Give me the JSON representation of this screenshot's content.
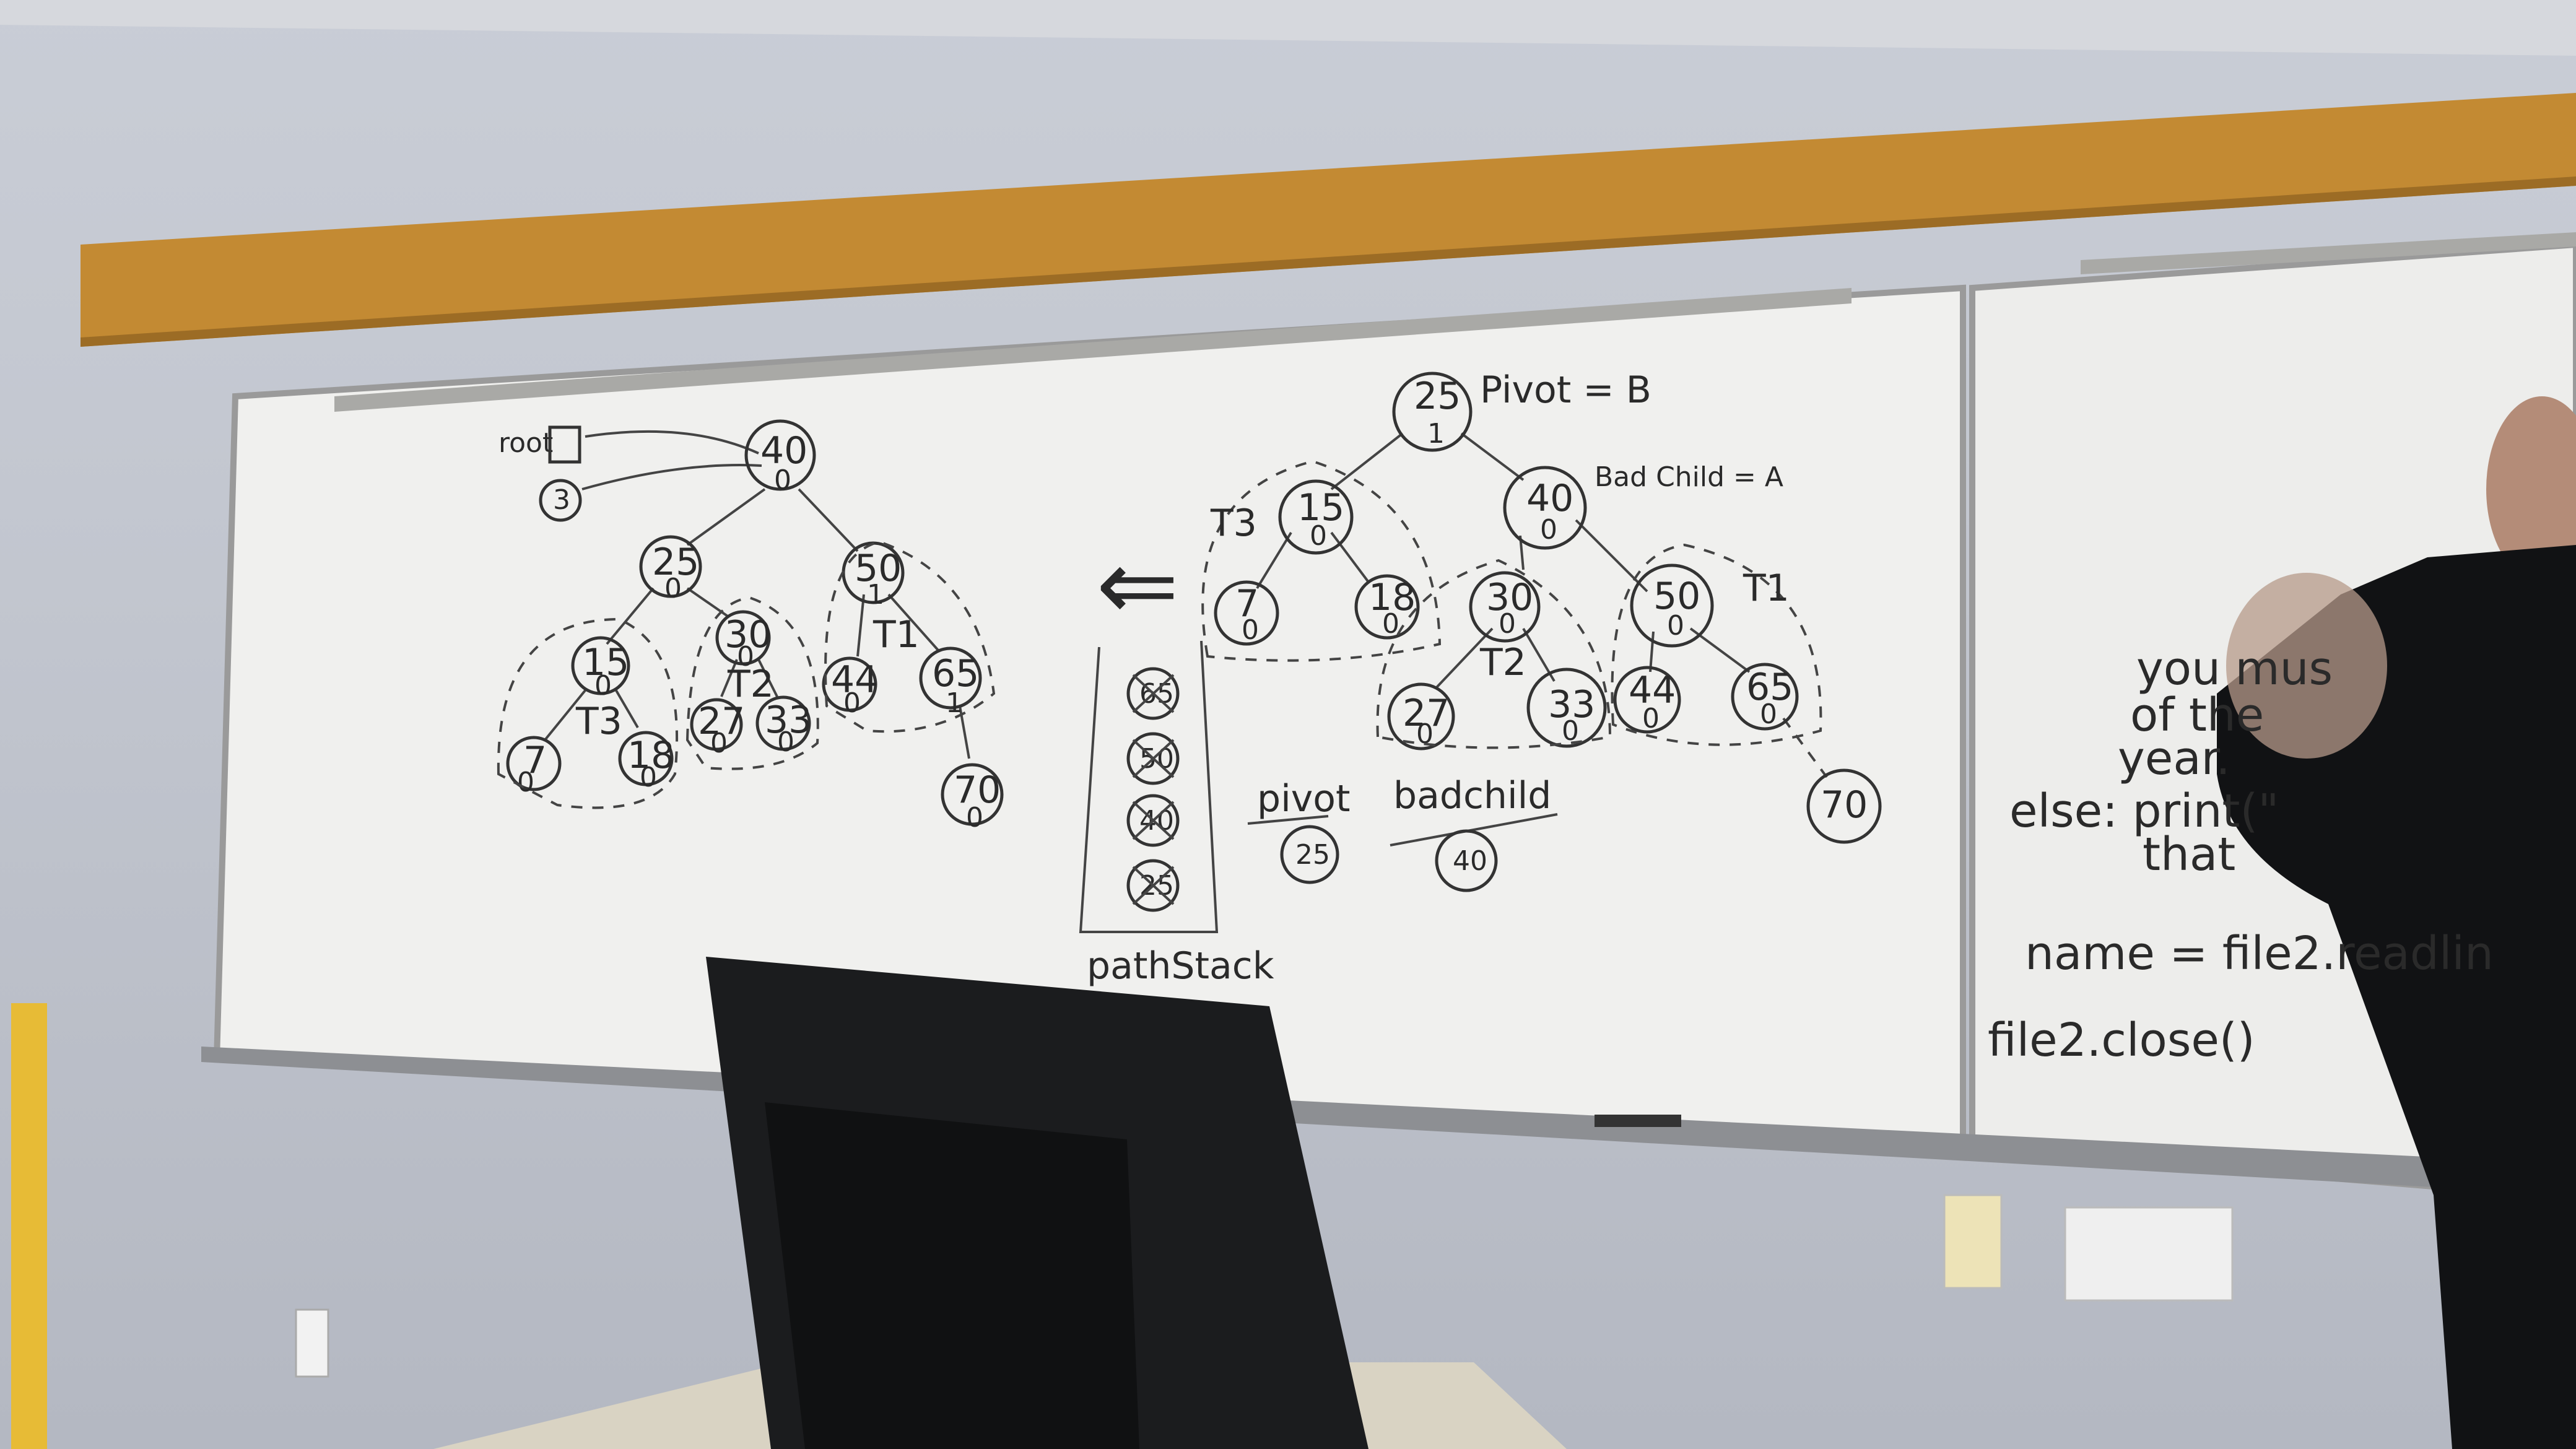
{
  "left_tree": {
    "root_label": "root",
    "root_pointer": "3",
    "nodes": [
      {
        "key": "40",
        "bal": "0"
      },
      {
        "key": "25",
        "bal": "0"
      },
      {
        "key": "50",
        "bal": "1"
      },
      {
        "key": "15",
        "bal": "0"
      },
      {
        "key": "30",
        "bal": "0"
      },
      {
        "key": "44",
        "bal": "0"
      },
      {
        "key": "65",
        "bal": "1"
      },
      {
        "key": "7",
        "bal": "0"
      },
      {
        "key": "18",
        "bal": "0"
      },
      {
        "key": "27",
        "bal": "0"
      },
      {
        "key": "33",
        "bal": "0"
      },
      {
        "key": "70",
        "bal": "0"
      }
    ],
    "subtree_labels": [
      "T3",
      "T2",
      "T1"
    ]
  },
  "path_stack": {
    "label": "pathStack",
    "items": [
      "65",
      "50",
      "40",
      "25"
    ]
  },
  "arrow_glyph": "⇐",
  "right_tree": {
    "nodes": [
      {
        "key": "25",
        "bal": "1"
      },
      {
        "key": "15",
        "bal": "0"
      },
      {
        "key": "40",
        "bal": "0"
      },
      {
        "key": "7",
        "bal": "0"
      },
      {
        "key": "18",
        "bal": "0"
      },
      {
        "key": "30",
        "bal": "0"
      },
      {
        "key": "50",
        "bal": "0"
      },
      {
        "key": "27",
        "bal": "0"
      },
      {
        "key": "33",
        "bal": "0"
      },
      {
        "key": "44",
        "bal": "0"
      },
      {
        "key": "65",
        "bal": "0"
      },
      {
        "key": "70",
        "bal": ""
      }
    ],
    "subtree_labels": [
      "T3",
      "T2",
      "T1"
    ],
    "annotations": {
      "pivot": "Pivot = B",
      "bad_child": "Bad Child = A"
    }
  },
  "vars": {
    "pivot_label": "pivot",
    "pivot_value": "25",
    "badchild_label": "badchild",
    "badchild_value": "40"
  },
  "right_board_code": [
    "you mus",
    "of the",
    "year.",
    "else: print(\"",
    "that",
    "name = file2.readlin",
    "file2.close()"
  ],
  "colors": {
    "wall": "#c6cad3",
    "board": "#f2f2f0",
    "trim": "#c8902f",
    "marker": "#2a2a2a",
    "monitor": "#1b1c1e"
  }
}
